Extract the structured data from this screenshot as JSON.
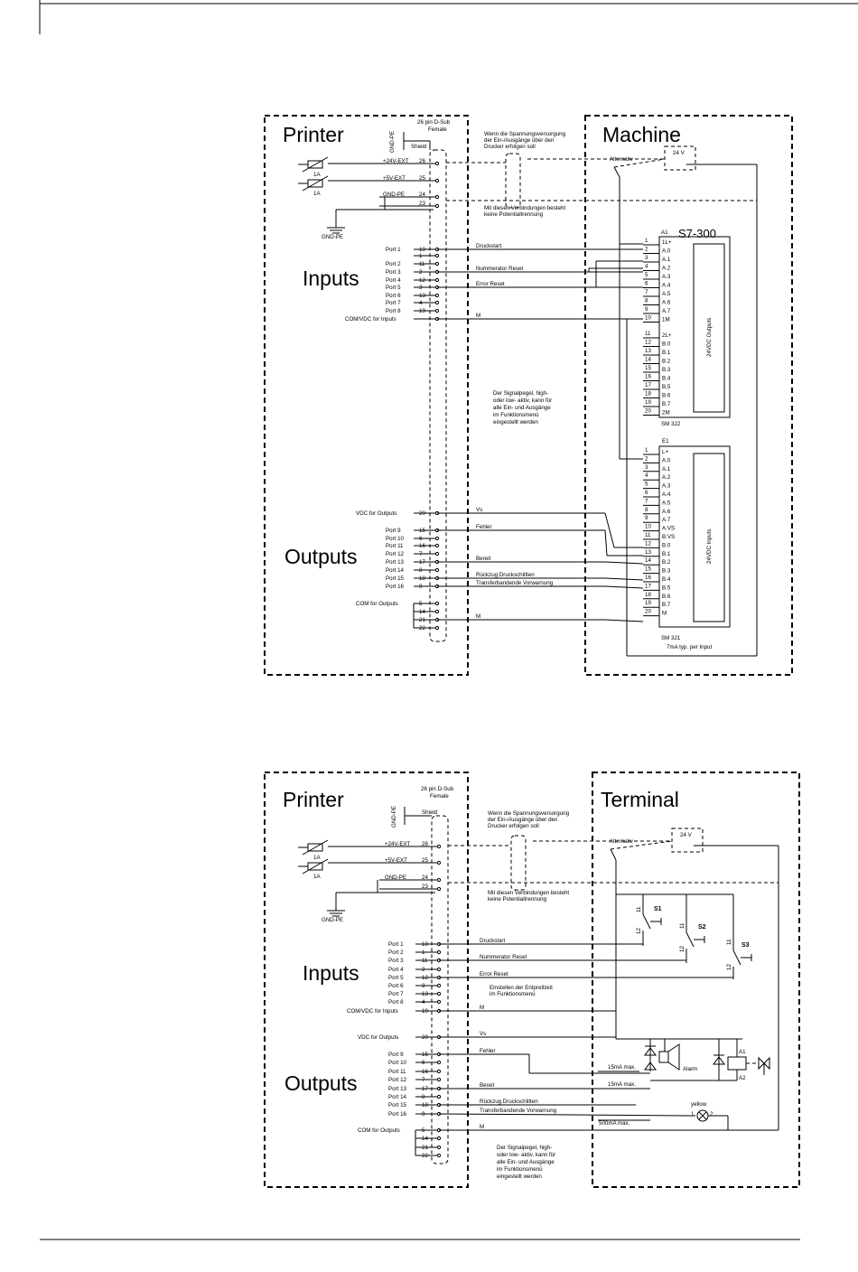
{
  "diagram1": {
    "printer_title": "Printer",
    "machine_title": "Machine",
    "connector_label_1": "26 pin D-Sub",
    "connector_label_2": "Female",
    "shield": "Shield",
    "gnd_pe_vertical": "GND-PE",
    "gnd_pe_ground": "GND-PE",
    "fuse_1": "1A",
    "fuse_2": "1A",
    "power_rows": [
      {
        "label": "+24V-EXT",
        "pin": "26"
      },
      {
        "label": "+5V-EXT",
        "pin": "25"
      },
      {
        "label": "GND-PE",
        "pin": "24"
      },
      {
        "label": "",
        "pin": "23"
      }
    ],
    "note_top": [
      "Wenn die Spannungsversorgung",
      "der Ein-/Ausgänge über den",
      "Drucker erfolgen soll"
    ],
    "alternativ": "Alternativ",
    "supply": "24 V",
    "note_potential": [
      "Mit diesen Verbindungen besteht",
      "keine Potentialtrennung"
    ],
    "inputs_title": "Inputs",
    "input_rows": [
      {
        "label": "Port 1",
        "pin": "10",
        "signal": "Druckstart"
      },
      {
        "label": "",
        "pin": "1",
        "signal": ""
      },
      {
        "label": "Port 2",
        "pin": "11",
        "signal": ""
      },
      {
        "label": "Port 3",
        "pin": "2",
        "signal": "Nummerator Reset"
      },
      {
        "label": "Port 4",
        "pin": "12",
        "signal": ""
      },
      {
        "label": "Port 5",
        "pin": "3",
        "signal": "Error Reset"
      },
      {
        "label": "Port 6",
        "pin": "13",
        "signal": ""
      },
      {
        "label": "Port 7",
        "pin": "4",
        "signal": ""
      },
      {
        "label": "Port 8",
        "pin": "19",
        "signal": ""
      },
      {
        "label": "COM/VDC for Inputs",
        "pin": "",
        "signal": "M"
      }
    ],
    "plc_title": "S7-300",
    "a1": "A1",
    "sm322": "SM 322",
    "sm322_label": "24VDC Outputs",
    "sm322_pins": [
      {
        "n": "1",
        "t": "1L+"
      },
      {
        "n": "2",
        "t": "A.0"
      },
      {
        "n": "3",
        "t": "A.1"
      },
      {
        "n": "4",
        "t": "A.2"
      },
      {
        "n": "5",
        "t": "A.3"
      },
      {
        "n": "6",
        "t": "A.4"
      },
      {
        "n": "7",
        "t": "A.5"
      },
      {
        "n": "8",
        "t": "A.6"
      },
      {
        "n": "9",
        "t": "A.7"
      },
      {
        "n": "10",
        "t": "1M"
      },
      {
        "n": "11",
        "t": "2L+"
      },
      {
        "n": "12",
        "t": "B.0"
      },
      {
        "n": "13",
        "t": "B.1"
      },
      {
        "n": "14",
        "t": "B.2"
      },
      {
        "n": "15",
        "t": "B.3"
      },
      {
        "n": "16",
        "t": "B.4"
      },
      {
        "n": "17",
        "t": "B.5"
      },
      {
        "n": "18",
        "t": "B.6"
      },
      {
        "n": "19",
        "t": "B.7"
      },
      {
        "n": "20",
        "t": "2M"
      }
    ],
    "note_level": [
      "Der Signalpegel, high-",
      "oder low- aktiv, kann für",
      "alle Ein- und Ausgänge",
      "im Funktionsmenü",
      "eingestellt werden"
    ],
    "e1": "E1",
    "sm321": "SM 321",
    "sm321_label": "24VDC Inputs",
    "sm321_note": "7mA typ. per Input",
    "sm321_pins": [
      {
        "n": "1",
        "t": "L+"
      },
      {
        "n": "2",
        "t": "A.0"
      },
      {
        "n": "3",
        "t": "A.1"
      },
      {
        "n": "4",
        "t": "A.2"
      },
      {
        "n": "5",
        "t": "A.3"
      },
      {
        "n": "6",
        "t": "A.4"
      },
      {
        "n": "7",
        "t": "A.5"
      },
      {
        "n": "8",
        "t": "A.6"
      },
      {
        "n": "9",
        "t": "A.7"
      },
      {
        "n": "10",
        "t": "A.VS"
      },
      {
        "n": "11",
        "t": "B.VS"
      },
      {
        "n": "12",
        "t": "B.0"
      },
      {
        "n": "13",
        "t": "B.1"
      },
      {
        "n": "14",
        "t": "B.2"
      },
      {
        "n": "15",
        "t": "B.3"
      },
      {
        "n": "16",
        "t": "B.4"
      },
      {
        "n": "17",
        "t": "B.5"
      },
      {
        "n": "18",
        "t": "B.6"
      },
      {
        "n": "19",
        "t": "B.7"
      },
      {
        "n": "20",
        "t": "M"
      }
    ],
    "outputs_title": "Outputs",
    "output_rows": [
      {
        "label": "VDC for Outputs",
        "pin": "20",
        "signal": "Vs"
      },
      {
        "label": "Port 9",
        "pin": "15",
        "signal": "Fehler"
      },
      {
        "label": "Port 10",
        "pin": "6",
        "signal": ""
      },
      {
        "label": "Port 11",
        "pin": "16",
        "signal": ""
      },
      {
        "label": "Port 12",
        "pin": "7",
        "signal": ""
      },
      {
        "label": "Port 13",
        "pin": "17",
        "signal": "Bereit"
      },
      {
        "label": "Port 14",
        "pin": "8",
        "signal": ""
      },
      {
        "label": "Port 15",
        "pin": "18",
        "signal": "Rückzug Druckschlitten"
      },
      {
        "label": "Port 16",
        "pin": "9",
        "signal": "Transferbandende Vorwarnung"
      },
      {
        "label": "COM for Outputs",
        "pin": "5",
        "signal": ""
      },
      {
        "label": "",
        "pin": "14",
        "signal": ""
      },
      {
        "label": "",
        "pin": "21",
        "signal": "M"
      },
      {
        "label": "",
        "pin": "22",
        "signal": ""
      }
    ]
  },
  "diagram2": {
    "printer_title": "Printer",
    "terminal_title": "Terminal",
    "connector_label_1": "26 pin D-Sub",
    "connector_label_2": "Female",
    "shield": "Shield",
    "gnd_pe_vertical": "GND-PE",
    "gnd_pe_ground": "GND-PE",
    "fuse_1": "1A",
    "fuse_2": "1A",
    "power_rows": [
      {
        "label": "+24V-EXT",
        "pin": "26"
      },
      {
        "label": "+5V-EXT",
        "pin": "25"
      },
      {
        "label": "GND-PE",
        "pin": "24"
      },
      {
        "label": "",
        "pin": "23"
      }
    ],
    "note_top": [
      "Wenn die Spannungsversorgung",
      "der Ein-/Ausgänge über den",
      "Drucker erfolgen soll"
    ],
    "alternativ": "Alternativ",
    "supply": "24 V",
    "note_potential": [
      "Mit diesen Verbindungen besteht",
      "keine Potentialtrennung"
    ],
    "inputs_title": "Inputs",
    "input_rows": [
      {
        "label": "Port 1",
        "pin": "10",
        "signal": "Druckstart"
      },
      {
        "label": "Port 2",
        "pin": "1",
        "signal": ""
      },
      {
        "label": "Port 3",
        "pin": "11",
        "signal": "Nummerator Reset"
      },
      {
        "label": "Port 4",
        "pin": "2",
        "signal": ""
      },
      {
        "label": "Port 5",
        "pin": "12",
        "signal": "Error Reset"
      },
      {
        "label": "Port 6",
        "pin": "3",
        "signal": ""
      },
      {
        "label": "Port 7",
        "pin": "13",
        "signal": ""
      },
      {
        "label": "Port 8",
        "pin": "4",
        "signal": ""
      },
      {
        "label": "COM/VDC for Inputs",
        "pin": "19",
        "signal": "M"
      }
    ],
    "switches": [
      "S1",
      "S2",
      "S3"
    ],
    "switch_pin_a": "11",
    "switch_pin_b": "12",
    "note_debounce": [
      "Einstellen der Entprellzeit",
      "im Funktionsmenü"
    ],
    "outputs_title": "Outputs",
    "output_rows": [
      {
        "label": "VDC for Outputs",
        "pin": "20",
        "signal": "Vs"
      },
      {
        "label": "Port 9",
        "pin": "15",
        "signal": "Fehler"
      },
      {
        "label": "Port 10",
        "pin": "6",
        "signal": ""
      },
      {
        "label": "Port 11",
        "pin": "16",
        "signal": ""
      },
      {
        "label": "Port 12",
        "pin": "7",
        "signal": ""
      },
      {
        "label": "Port 13",
        "pin": "17",
        "signal": "Bereit"
      },
      {
        "label": "Port 14",
        "pin": "8",
        "signal": ""
      },
      {
        "label": "Port 15",
        "pin": "18",
        "signal": "Rückzug Druckschlitten"
      },
      {
        "label": "Port 16",
        "pin": "9",
        "signal": "Transferbandende Vorwarnung"
      },
      {
        "label": "COM for Outputs",
        "pin": "5",
        "signal": "M"
      },
      {
        "label": "",
        "pin": "14",
        "signal": ""
      },
      {
        "label": "",
        "pin": "21",
        "signal": ""
      },
      {
        "label": "",
        "pin": "22",
        "signal": ""
      }
    ],
    "alarm": "Alarm",
    "current_1": "15mA max.",
    "current_2": "15mA max.",
    "current_3": "500mA max.",
    "lamp_color": "yellow",
    "lamp_pin_1": "1",
    "lamp_pin_2": "2",
    "relay_a1": "A1",
    "relay_a2": "A2",
    "note_level": [
      "Der Signalpegel, high-",
      "oder low- aktiv, kann für",
      "alle Ein- und Ausgänge",
      "im Funktionsmenü",
      "eingestellt werden"
    ]
  }
}
